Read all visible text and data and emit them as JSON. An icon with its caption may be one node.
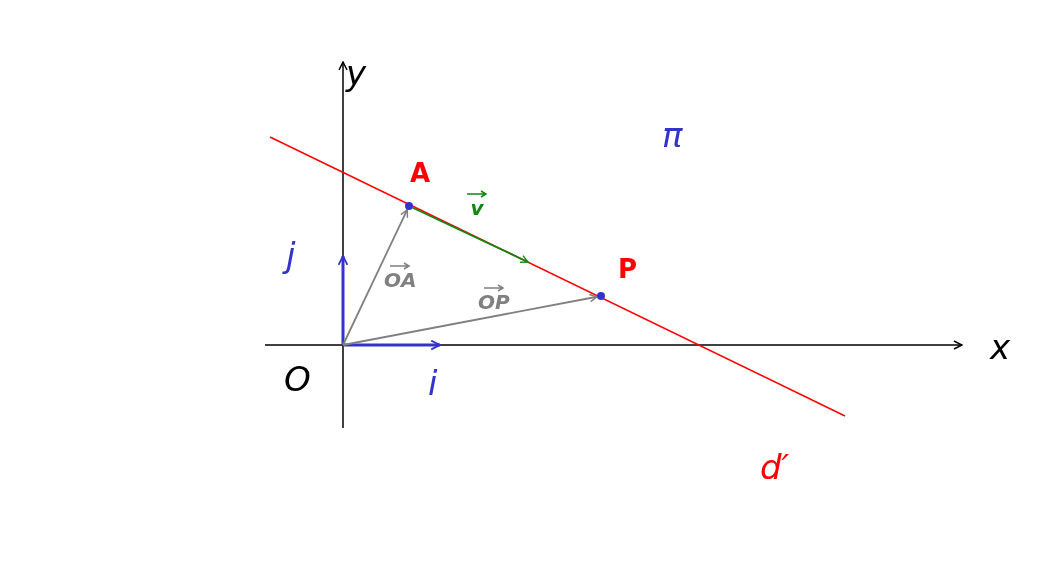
{
  "diagram": {
    "nodes": [
      {
        "text": [],
        "shape": "circle",
        "beside": [
          "A"
        ]
      },
      {
        "text": [],
        "shape": "circle",
        "beside": [
          "P"
        ]
      }
    ],
    "edges": [
      {
        "from": null,
        "to": 0,
        "arrow": "to",
        "label": "OA"
      },
      {
        "from": null,
        "to": 1,
        "arrow": "to",
        "label": "OP"
      },
      {
        "from": 0,
        "to": null,
        "arrow": "to",
        "label": "v",
        "color": "#118811"
      }
    ],
    "labels": [
      "y",
      "π",
      "j",
      "i",
      "x",
      "O",
      "d′"
    ]
  }
}
